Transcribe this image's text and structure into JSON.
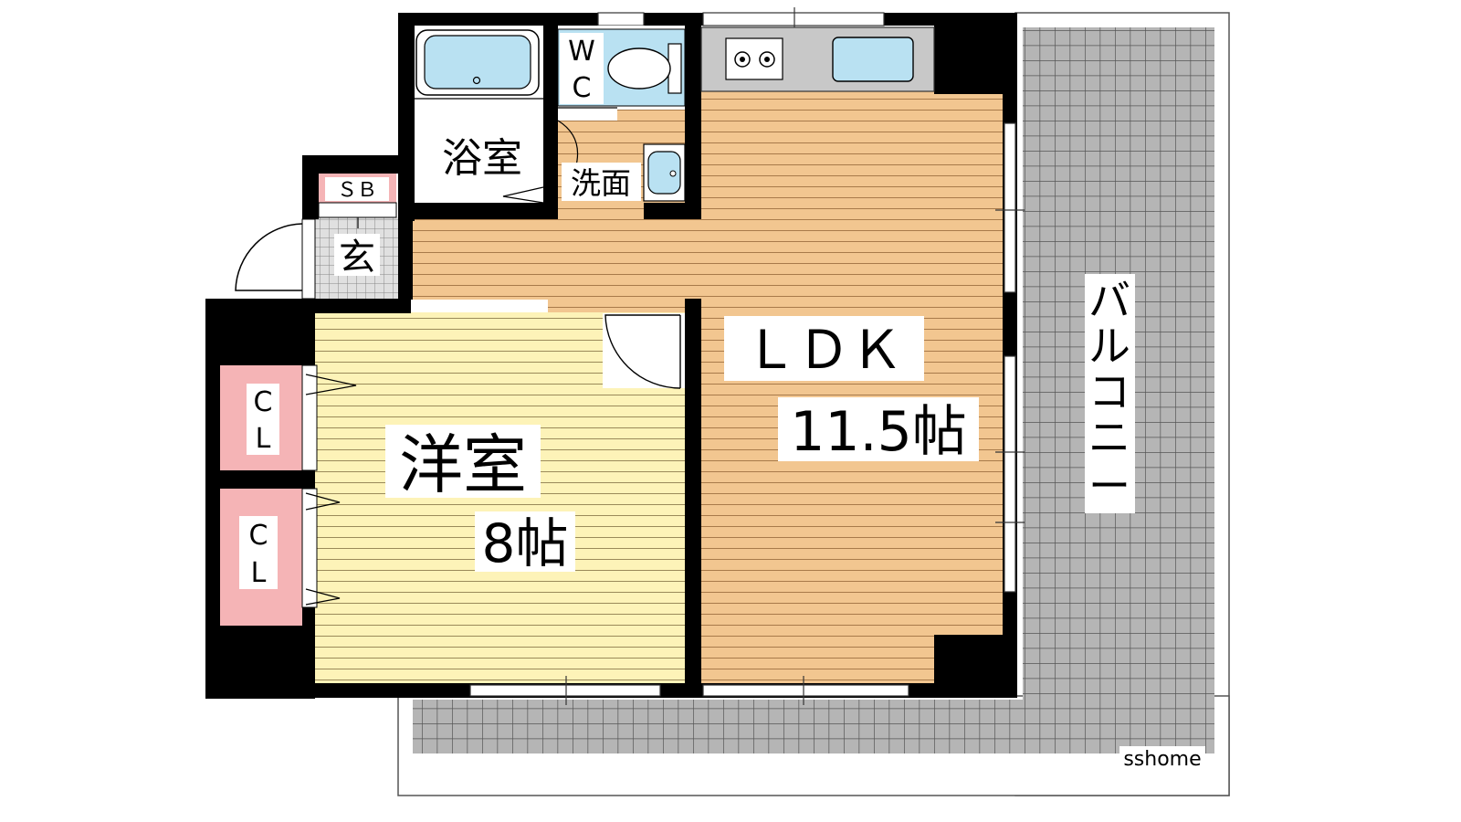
{
  "floorplan": {
    "rooms": {
      "bath": "浴室",
      "wc_top": "W",
      "wc_bottom": "C",
      "washroom": "洗面",
      "shoe_box": "ＳＢ",
      "entrance": "玄",
      "ldk": "ＬＤＫ",
      "ldk_size": "11.5帖",
      "western_room": "洋室",
      "western_size": "8帖",
      "closet_top_1": "C",
      "closet_top_2": "L",
      "closet_bottom_1": "C",
      "closet_bottom_2": "L",
      "balcony": [
        "バ",
        "ル",
        "コ",
        "ニ",
        "ー"
      ]
    },
    "watermark": "sshome"
  },
  "colors": {
    "wall": "#000000",
    "ldk_floor": "#f2c690",
    "western_floor": "#fdf3b8",
    "closet": "#f5b4b6",
    "fixture_blue": "#b9e1f2",
    "balcony_tile": "#a9a9a9"
  }
}
